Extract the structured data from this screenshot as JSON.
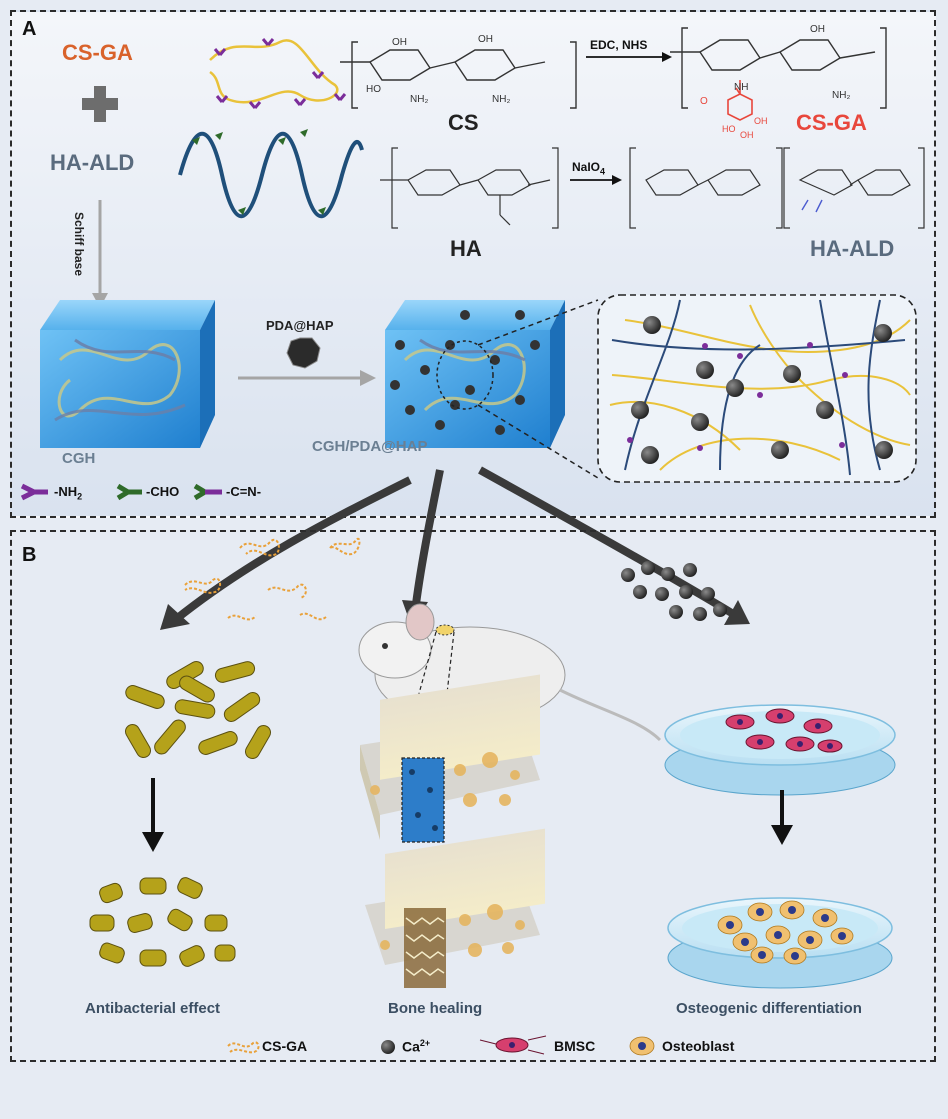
{
  "panel_a": {
    "letter": "A",
    "cs_ga_label": "CS-GA",
    "ha_ald_label": "HA-ALD",
    "schiff_base": "Schiff base",
    "cs_label": "CS",
    "reaction1": "EDC, NHS",
    "cs_ga_product": "CS-GA",
    "ha_label": "HA",
    "reaction2": "NaIO",
    "reaction2_sub": "4",
    "ha_ald_product": "HA-ALD",
    "pda_hap": "PDA@HAP",
    "cgh": "CGH",
    "cgh_pda_hap": "CGH/PDA@HAP",
    "legend": [
      {
        "text": "-NH",
        "sub": "2",
        "color": "#7b2d9a"
      },
      {
        "text": "-CHO",
        "sub": "",
        "color": "#2f6b2a"
      },
      {
        "text": "-C=N-",
        "sub": "",
        "color": "#7b2d9a"
      }
    ]
  },
  "panel_b": {
    "letter": "B",
    "antibacterial": "Antibacterial effect",
    "bone_healing": "Bone healing",
    "osteogenic": "Osteogenic differentiation",
    "legend": [
      {
        "text": "CS-GA",
        "sup": ""
      },
      {
        "text": "Ca",
        "sup": "2+"
      },
      {
        "text": "BMSC",
        "sup": ""
      },
      {
        "text": "Osteoblast",
        "sup": ""
      }
    ]
  },
  "colors": {
    "cs_ga": "#d9622b",
    "ha_ald": "#5a6b7e",
    "reaction_red": "#e8473c",
    "gel_blue": "#3a9be0",
    "yellow_chain": "#e9c23a",
    "navy_chain": "#2b4a7a"
  }
}
